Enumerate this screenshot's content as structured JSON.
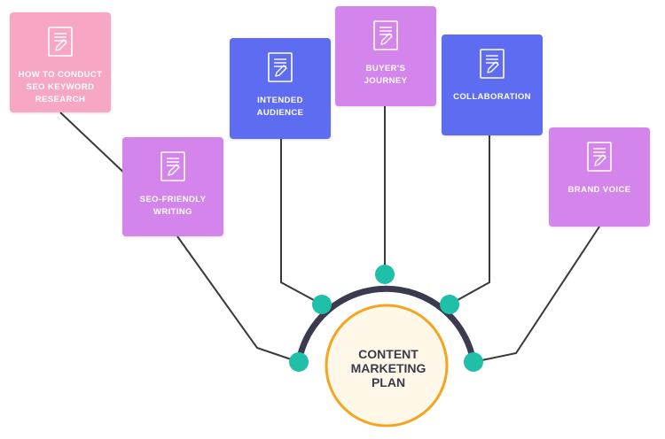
{
  "center": {
    "label": "CONTENT\nMARKETING\nPLAN",
    "fill": "#fff8e8",
    "stroke": "#f4a41f"
  },
  "arc_color": "#3b3b50",
  "node_color": "#1fbfa8",
  "line_color": "#3a3a3a",
  "cards": [
    {
      "id": "keyword-research",
      "label": "HOW TO CONDUCT\nSEO KEYWORD\nRESEARCH",
      "color": "#f7a7c4",
      "icon": "document-pencil-icon"
    },
    {
      "id": "seo-writing",
      "label": "SEO-FRIENDLY\nWRITING",
      "color": "#d385eb",
      "icon": "document-pencil-icon"
    },
    {
      "id": "intended-audience",
      "label": "INTENDED\nAUDIENCE",
      "color": "#5d6cf0",
      "icon": "document-pencil-icon"
    },
    {
      "id": "buyers-journey",
      "label": "BUYER'S\nJOURNEY",
      "color": "#d385eb",
      "icon": "document-pencil-icon"
    },
    {
      "id": "collaboration",
      "label": "COLLABORATION",
      "color": "#5d6cf0",
      "icon": "document-pencil-icon"
    },
    {
      "id": "brand-voice",
      "label": "BRAND VOICE",
      "color": "#d385eb",
      "icon": "document-pencil-icon"
    }
  ]
}
